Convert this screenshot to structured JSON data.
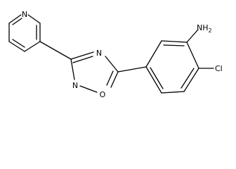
{
  "molecule": {
    "atoms": {
      "pyridine_n": "N",
      "oxadiazole_n4": "N",
      "oxadiazole_n2": "N",
      "oxadiazole_o1": "O",
      "amine": "NH2",
      "chloro": "Cl"
    },
    "colors": {
      "bond": "#000000",
      "label": "#000000",
      "background": "#ffffff"
    }
  }
}
